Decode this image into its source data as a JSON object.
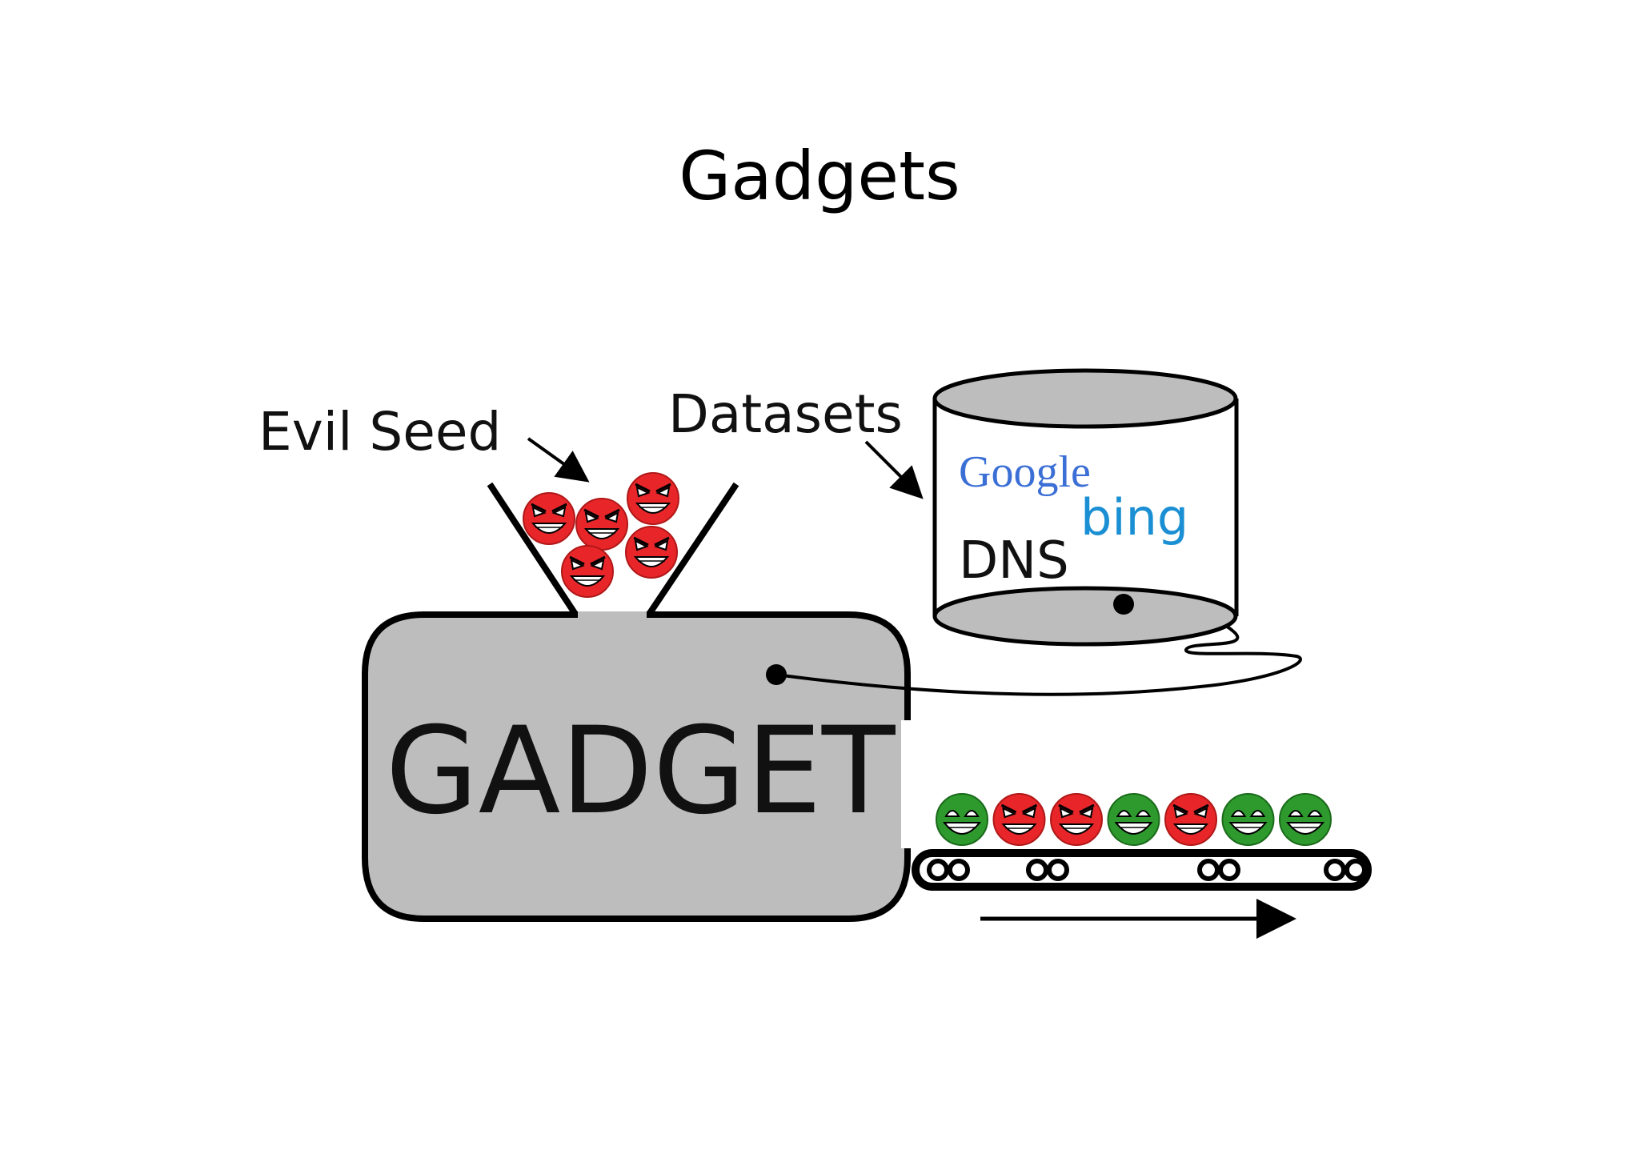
{
  "slide": {
    "title": "Gadgets"
  },
  "diagram": {
    "evil_seed_label": "Evil Seed",
    "datasets_label": "Datasets",
    "gadget_label": "GADGET",
    "dataset_sources": {
      "google": "Google",
      "bing": "bing",
      "dns": "DNS"
    },
    "conveyor_sequence": [
      "good",
      "evil",
      "evil",
      "good",
      "evil",
      "good",
      "good"
    ]
  },
  "colors": {
    "gadget_fill": "#bdbdbd",
    "cylinder_fill": "#ffffff",
    "cylinder_top": "#bdbdbd",
    "evil_face": "#e8262a",
    "good_face": "#2e9a2e",
    "bing_blue": "#1a8fd3",
    "outline": "#000000"
  }
}
